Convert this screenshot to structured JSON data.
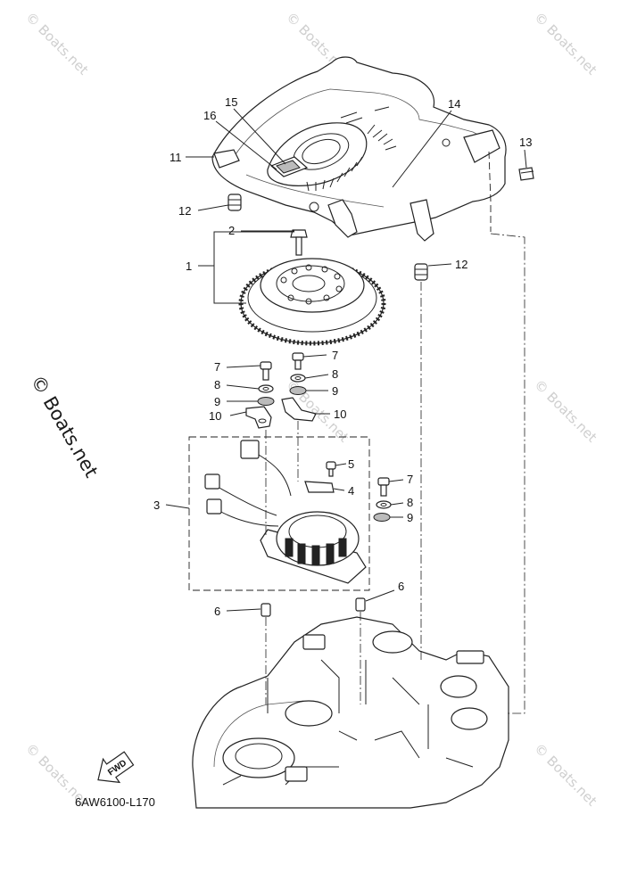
{
  "watermarks": {
    "side_text": "© Boats.net",
    "tile_text": "© Boats.net"
  },
  "diagram_code": "6AW6100-L170",
  "fwd_label": "FWD",
  "callouts": {
    "c1": "1",
    "c2": "2",
    "c3": "3",
    "c4": "4",
    "c5": "5",
    "c6a": "6",
    "c6b": "6",
    "c7a": "7",
    "c7b": "7",
    "c7c": "7",
    "c8a": "8",
    "c8b": "8",
    "c8c": "8",
    "c9a": "9",
    "c9b": "9",
    "c9c": "9",
    "c10a": "10",
    "c10b": "10",
    "c11": "11",
    "c12a": "12",
    "c12b": "12",
    "c13": "13",
    "c14": "14",
    "c15": "15",
    "c16": "16"
  }
}
